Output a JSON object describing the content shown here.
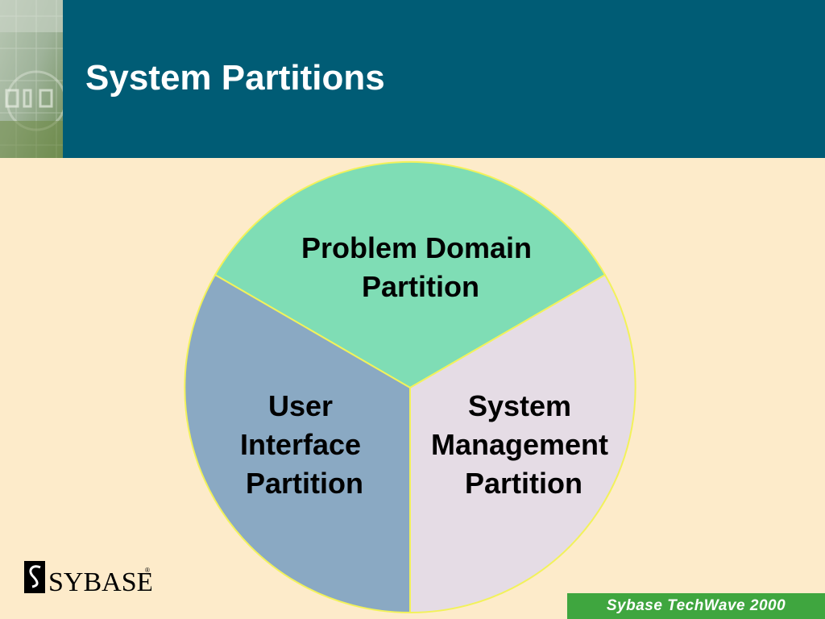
{
  "slide": {
    "title": "System Partitions"
  },
  "diagram": {
    "segments": [
      {
        "id": "problem-domain",
        "lines": [
          "Problem Domain",
          "Partition"
        ],
        "color": "#7FDDB5"
      },
      {
        "id": "system-management",
        "lines": [
          "System",
          "Management",
          "Partition"
        ],
        "color": "#E5DCE5"
      },
      {
        "id": "user-interface",
        "lines": [
          "User",
          "Interface",
          "Partition"
        ],
        "color": "#8AA9C3"
      }
    ],
    "outline_color": "#F2F25A"
  },
  "logo": {
    "text": "SYBASE"
  },
  "footer": {
    "badge_text": "Sybase TechWave 2000"
  },
  "colors": {
    "header": "#005C75",
    "background": "#FDEBCA",
    "footer_badge": "#3FA63F"
  }
}
